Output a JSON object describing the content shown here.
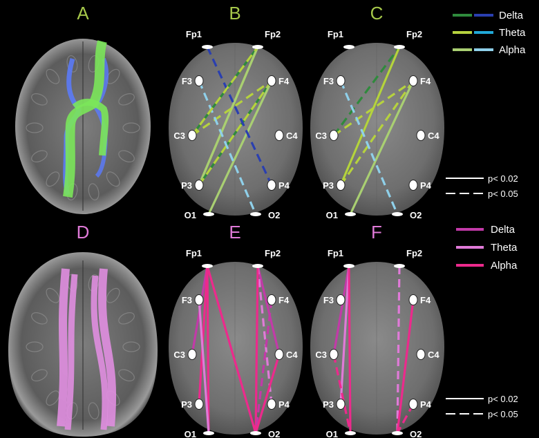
{
  "panels": [
    {
      "id": "A",
      "label": "A",
      "color": "#a6c84a",
      "kind": "brain",
      "tract": "callosal-green"
    },
    {
      "id": "B",
      "label": "B",
      "color": "#a6c84a",
      "kind": "head"
    },
    {
      "id": "C",
      "label": "C",
      "color": "#a6c84a",
      "kind": "head"
    },
    {
      "id": "D",
      "label": "D",
      "color": "#e07ad8",
      "kind": "brain",
      "tract": "longitudinal-pink"
    },
    {
      "id": "E",
      "label": "E",
      "color": "#e07ad8",
      "kind": "head"
    },
    {
      "id": "F",
      "label": "F",
      "color": "#e07ad8",
      "kind": "head"
    }
  ],
  "electrodes": [
    "Fp1",
    "Fp2",
    "F3",
    "F4",
    "C3",
    "C4",
    "P3",
    "P4",
    "O1",
    "O2"
  ],
  "legend_top": {
    "items": [
      {
        "label": "Delta",
        "colors": [
          "#2f8a3c",
          "#2a3fb0"
        ]
      },
      {
        "label": "Theta",
        "colors": [
          "#b6d23e",
          "#21a9d8"
        ]
      },
      {
        "label": "Alpha",
        "colors": [
          "#a9cf72",
          "#8fd0ea"
        ]
      }
    ]
  },
  "legend_bottom": {
    "items": [
      {
        "label": "Delta",
        "color": "#c23aa8"
      },
      {
        "label": "Theta",
        "color": "#e07ad8"
      },
      {
        "label": "Alpha",
        "color": "#ec2a8c"
      }
    ]
  },
  "significance": [
    {
      "label": "p< 0.02",
      "style": "solid"
    },
    {
      "label": "p< 0.05",
      "style": "dashed"
    }
  ],
  "connections": {
    "B": [
      {
        "a": "C3",
        "b": "Fp2",
        "band": "Delta",
        "sig": "solid",
        "c": "#2f8a3c"
      },
      {
        "a": "P3",
        "b": "Fp2",
        "band": "Theta",
        "sig": "solid",
        "c": "#b6d23e"
      },
      {
        "a": "P3",
        "b": "Fp2",
        "band": "Alpha",
        "sig": "solid",
        "c": "#a9cf72"
      },
      {
        "a": "C3",
        "b": "F4",
        "band": "Theta",
        "sig": "dashed",
        "c": "#b6d23e"
      },
      {
        "a": "P3",
        "b": "F4",
        "band": "Delta",
        "sig": "solid",
        "c": "#2f8a3c"
      },
      {
        "a": "P3",
        "b": "F4",
        "band": "Theta",
        "sig": "dashed",
        "c": "#b6d23e"
      },
      {
        "a": "O1",
        "b": "F4",
        "band": "Alpha",
        "sig": "solid",
        "c": "#a9cf72"
      },
      {
        "a": "Fp1",
        "b": "P4",
        "band": "Delta",
        "sig": "dashed",
        "c": "#2a3fb0"
      },
      {
        "a": "F3",
        "b": "O2",
        "band": "Alpha",
        "sig": "dashed",
        "c": "#8fd0ea"
      },
      {
        "a": "C3",
        "b": "Fp2",
        "band": "Theta",
        "sig": "dashed",
        "c": "#b6d23e"
      }
    ],
    "C": [
      {
        "a": "C3",
        "b": "Fp2",
        "band": "Delta",
        "sig": "dashed",
        "c": "#2f8a3c"
      },
      {
        "a": "P3",
        "b": "Fp2",
        "band": "Delta",
        "sig": "solid",
        "c": "#2f8a3c"
      },
      {
        "a": "P3",
        "b": "Fp2",
        "band": "Theta",
        "sig": "solid",
        "c": "#b6d23e"
      },
      {
        "a": "C3",
        "b": "F4",
        "band": "Theta",
        "sig": "dashed",
        "c": "#b6d23e"
      },
      {
        "a": "P3",
        "b": "F4",
        "band": "Theta",
        "sig": "dashed",
        "c": "#b6d23e"
      },
      {
        "a": "O1",
        "b": "F4",
        "band": "Alpha",
        "sig": "solid",
        "c": "#a9cf72"
      },
      {
        "a": "F3",
        "b": "O2",
        "band": "Alpha",
        "sig": "dashed",
        "c": "#8fd0ea"
      }
    ],
    "E": [
      {
        "a": "Fp1",
        "b": "C3",
        "band": "Delta",
        "sig": "solid",
        "c": "#c23aa8"
      },
      {
        "a": "Fp1",
        "b": "P3",
        "band": "Alpha",
        "sig": "solid",
        "c": "#ec2a8c"
      },
      {
        "a": "Fp1",
        "b": "O1",
        "band": "Alpha",
        "sig": "solid",
        "c": "#ec2a8c"
      },
      {
        "a": "F3",
        "b": "O1",
        "band": "Theta",
        "sig": "solid",
        "c": "#e07ad8"
      },
      {
        "a": "Fp1",
        "b": "O2",
        "band": "Alpha",
        "sig": "solid",
        "c": "#ec2a8c"
      },
      {
        "a": "Fp2",
        "b": "C4",
        "band": "Delta",
        "sig": "solid",
        "c": "#c23aa8"
      },
      {
        "a": "Fp2",
        "b": "P4",
        "band": "Theta",
        "sig": "dashed",
        "c": "#e07ad8"
      },
      {
        "a": "Fp2",
        "b": "O2",
        "band": "Alpha",
        "sig": "solid",
        "c": "#ec2a8c"
      },
      {
        "a": "F4",
        "b": "O2",
        "band": "Delta",
        "sig": "dashed",
        "c": "#c23aa8"
      },
      {
        "a": "C4",
        "b": "O2",
        "band": "Alpha",
        "sig": "solid",
        "c": "#ec2a8c"
      }
    ],
    "F": [
      {
        "a": "Fp1",
        "b": "C3",
        "band": "Delta",
        "sig": "solid",
        "c": "#c23aa8"
      },
      {
        "a": "Fp1",
        "b": "P3",
        "band": "Theta",
        "sig": "solid",
        "c": "#e07ad8"
      },
      {
        "a": "Fp1",
        "b": "O1",
        "band": "Alpha",
        "sig": "solid",
        "c": "#ec2a8c"
      },
      {
        "a": "C3",
        "b": "O1",
        "band": "Alpha",
        "sig": "dashed",
        "c": "#ec2a8c"
      },
      {
        "a": "Fp2",
        "b": "O2",
        "band": "Theta",
        "sig": "dashed",
        "c": "#e07ad8"
      },
      {
        "a": "F4",
        "b": "O2",
        "band": "Alpha",
        "sig": "solid",
        "c": "#ec2a8c"
      },
      {
        "a": "P4",
        "b": "O2",
        "band": "Alpha",
        "sig": "dashed",
        "c": "#ec2a8c"
      }
    ]
  }
}
